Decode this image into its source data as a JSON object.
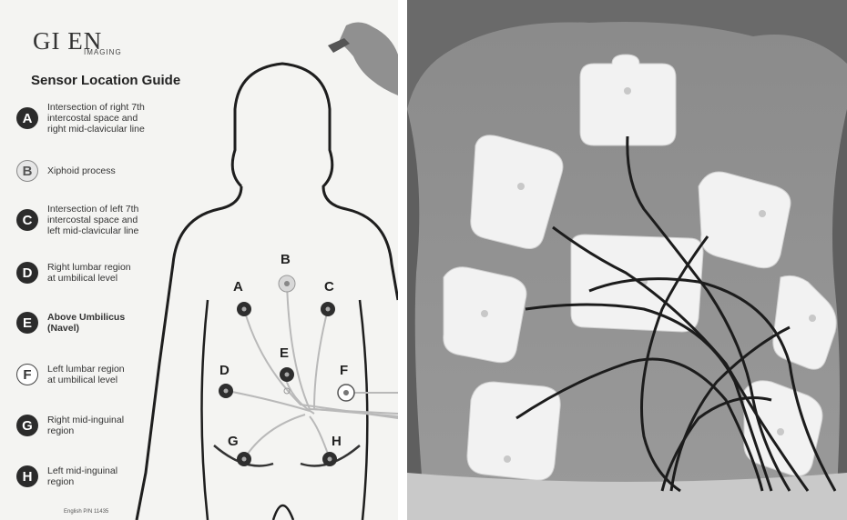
{
  "guide": {
    "logo_text": "GI EN",
    "logo_sub": "IMAGING",
    "title": "Sensor Location Guide",
    "legend": [
      {
        "letter": "A",
        "text": "Intersection of right 7th\nintercostal space and\nright mid-clavicular line",
        "style": "dark",
        "bold": false
      },
      {
        "letter": "B",
        "text": "Xiphoid process",
        "style": "gray",
        "bold": false
      },
      {
        "letter": "C",
        "text": "Intersection of left 7th\nintercostal space and\nleft mid-clavicular line",
        "style": "dark",
        "bold": false
      },
      {
        "letter": "D",
        "text": "Right lumbar region\nat umbilical level",
        "style": "dark",
        "bold": false
      },
      {
        "letter": "E",
        "text": "Above Umbilicus\n(Navel)",
        "style": "dark",
        "bold": true
      },
      {
        "letter": "F",
        "text": "Left lumbar region\nat umbilical level",
        "style": "light",
        "bold": false
      },
      {
        "letter": "G",
        "text": "Right mid-inguinal\nregion",
        "style": "dark",
        "bold": false
      },
      {
        "letter": "H",
        "text": "Left mid-inguinal\nregion",
        "style": "dark",
        "bold": false
      }
    ],
    "footer": "English P/N 11435",
    "body_labels": [
      "A",
      "B",
      "C",
      "D",
      "E",
      "F",
      "G",
      "H"
    ]
  }
}
